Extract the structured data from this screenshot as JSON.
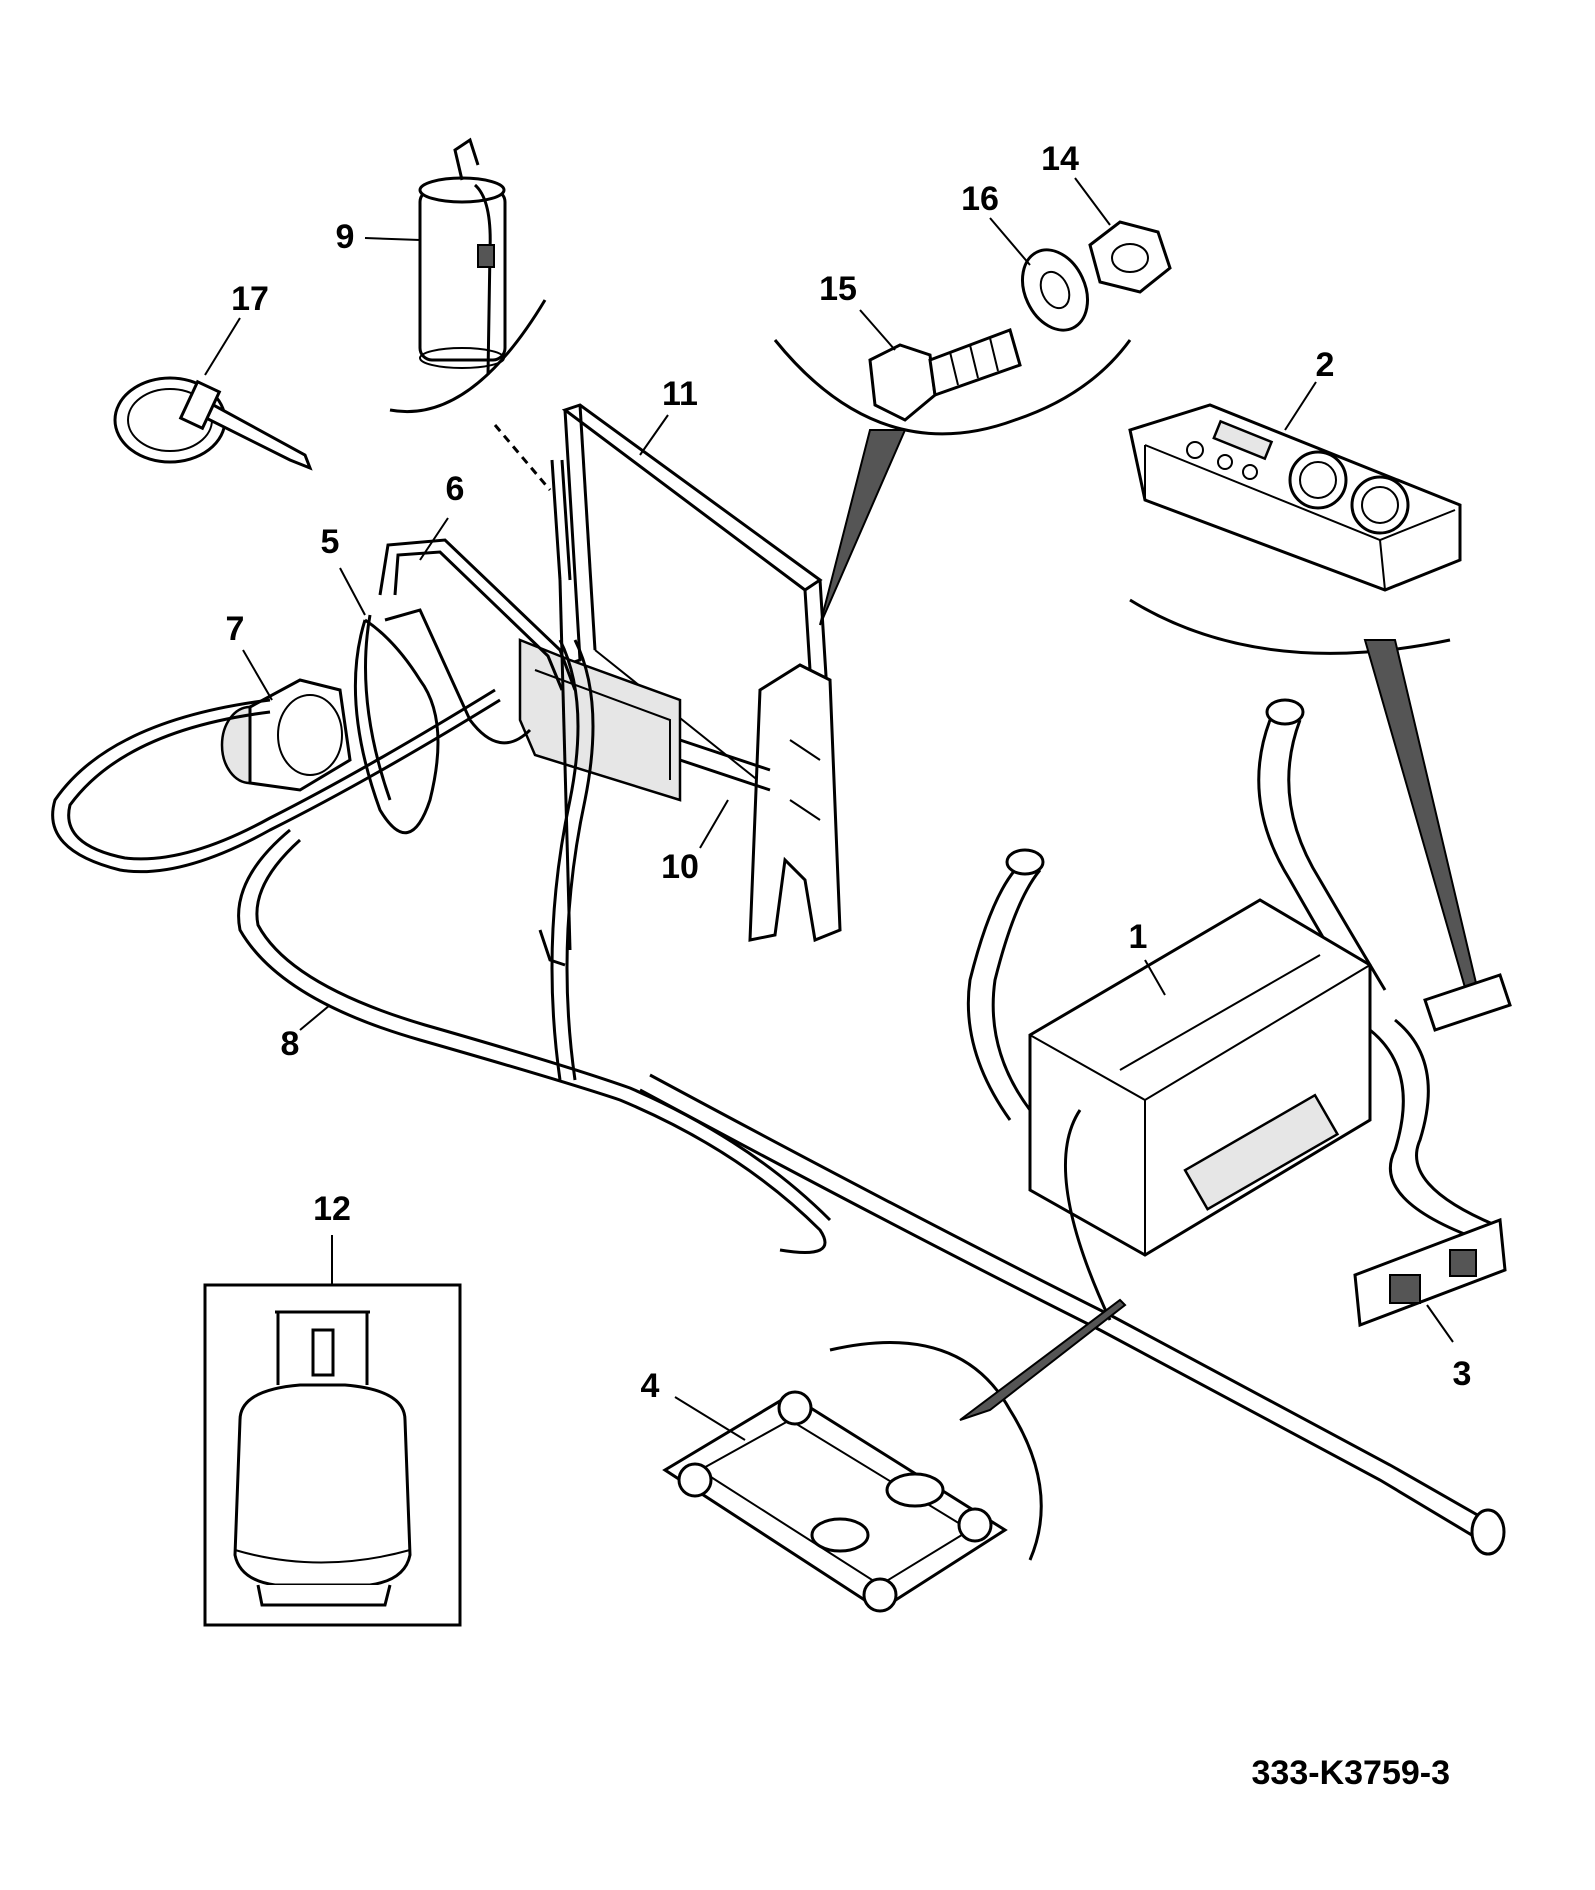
{
  "drawing_number": "333-K3759-3",
  "callouts": {
    "heater_unit": "1",
    "control_panel": "2",
    "switch_panel": "3",
    "mounting_gasket": "4",
    "drive_belt": "5",
    "hose_pipe_6": "6",
    "compressor": "7",
    "hose_8": "8",
    "receiver_drier": "9",
    "condenser_mount": "10",
    "condenser": "11",
    "refrigerant_bottle": "12",
    "nut": "14",
    "bolt": "15",
    "washer": "16",
    "cable_tie": "17"
  }
}
